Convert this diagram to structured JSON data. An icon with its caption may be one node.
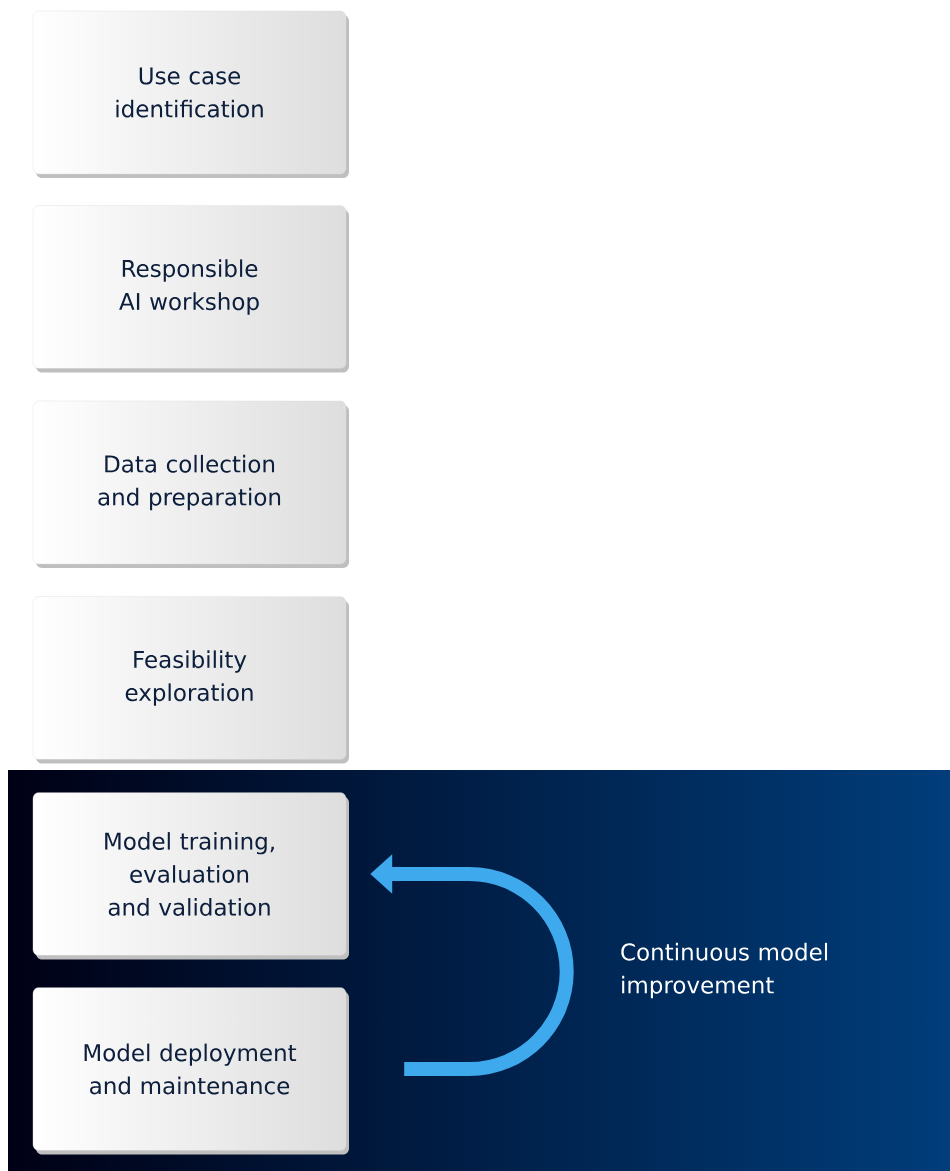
{
  "diagram": {
    "nodes": [
      {
        "text": [
          "Use case identification"
        ]
      },
      {
        "text": [
          "Responsible AI workshop"
        ]
      },
      {
        "text": [
          "Data collection and preparation"
        ]
      },
      {
        "text": [
          "Feasibility exploration"
        ]
      },
      {
        "text": [
          "Continuous model improvement"
        ]
      },
      {
        "text": [
          "Model training, evaluation and validation"
        ],
        "in": 4
      },
      {
        "text": [
          "Model deployment and maintenance"
        ],
        "in": 4
      }
    ],
    "edges": [
      {
        "from": 6,
        "to": 5,
        "arrow": "to"
      }
    ]
  }
}
